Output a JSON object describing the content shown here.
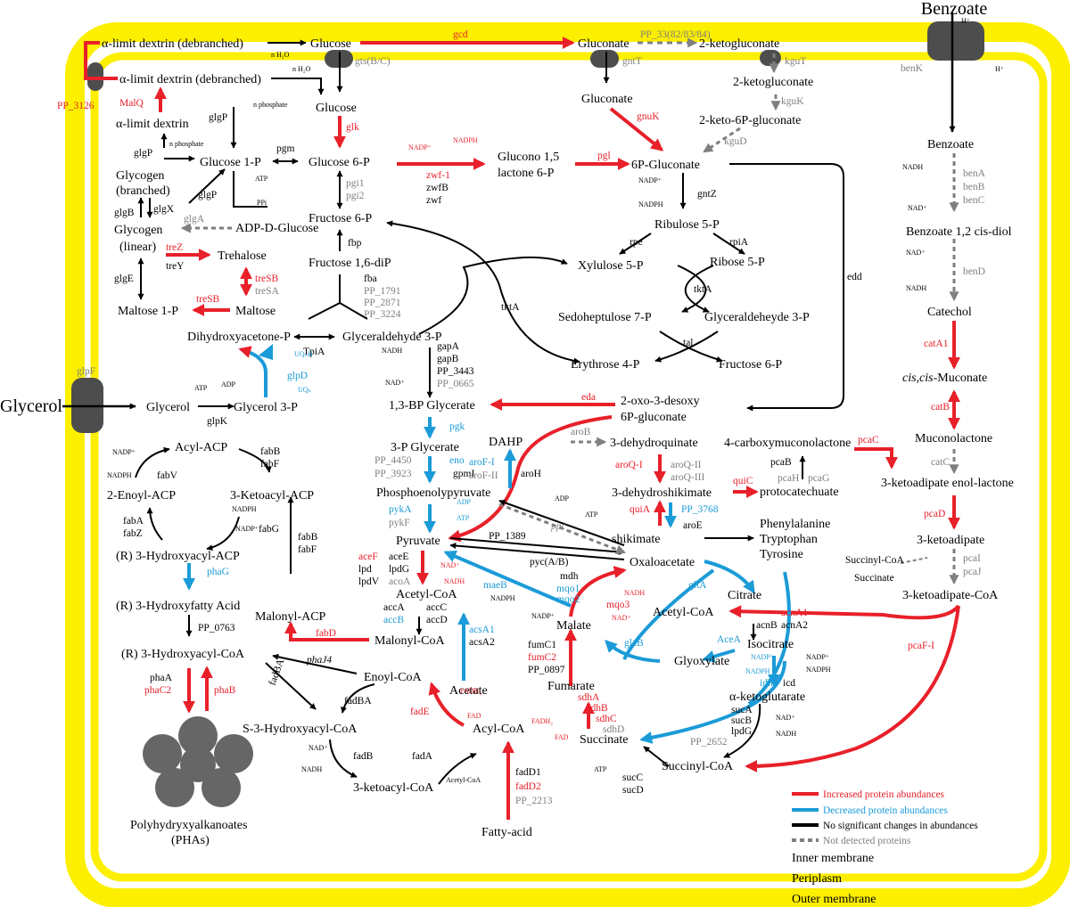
{
  "colors": {
    "increased": "#e8202a",
    "decreased": "#1b9bd7",
    "unchanged": "#000000",
    "not_detected": "#7f7f7f",
    "membrane": "#fcef00",
    "transporter": "#4d4d4d"
  },
  "external": {
    "benzoate": "Benzoate",
    "glycerol": "Glycerol",
    "h_plus_1": "H⁺",
    "h_plus_2": "H⁺"
  },
  "transporters": {
    "gts": "gts(B/C)",
    "gntT": "gntT",
    "kguT": "kguT",
    "glpF": "glpF",
    "benK": "benK",
    "pp3126": "PP_3126"
  },
  "metabolites": {
    "alpha_dextrin_top": "α-limit dextrin (debranched)",
    "alpha_dextrin_2": "α-limit dextrin (debranched)",
    "alpha_dextrin": "α-limit dextrin",
    "glucose_peri": "Glucose",
    "gluconate_peri": "Gluconate",
    "ketogluconate_peri": "2-ketogluconate",
    "glucose_in": "Glucose",
    "gluconate_in": "Gluconate",
    "ketogluconate_in": "2-ketogluconate",
    "keto6p_gluconate": "2-keto-6P-gluconate",
    "glycogen_branched_1": "Glycogen",
    "glycogen_branched_2": "(branched)",
    "glucose_1p": "Glucose 1-P",
    "glucose_6p": "Glucose 6-P",
    "gluconolactone_1": "Glucono 1,5",
    "gluconolactone_2": "lactone 6-P",
    "p6_gluconate": "6P-Gluconate",
    "glycogen_linear_1": "Glycogen",
    "glycogen_linear_2": "(linear)",
    "adp_glucose": "ADP-D-Glucose",
    "fructose_6p": "Fructose 6-P",
    "ribulose_5p": "Ribulose 5-P",
    "xylulose_5p": "Xylulose 5-P",
    "ribose_5p": "Ribose 5-P",
    "trehalose": "Trehalose",
    "fructose_16dip": "Fructose 1,6-diP",
    "maltose_1p": "Maltose 1-P",
    "maltose": "Maltose",
    "sedoheptulose_7p": "Sedoheptulose 7-P",
    "glyceraldehyde_3p_ppp": "Glyceraldeheyde 3-P",
    "dhap": "Dihydroxyacetone-P",
    "glyceraldehyde_3p": "Glyceraldehyde 3-P",
    "erythrose_4p": "Erythrose 4-P",
    "fructose_6p_ppp": "Fructose 6-P",
    "glycerol_in": "Glycerol",
    "glycerol_3p": "Glycerol 3-P",
    "bpg_13": "1,3-BP Glycerate",
    "kdpg_1": "2-oxo-3-desoxy",
    "kdpg_2": "6P-gluconate",
    "benzoate_in": "Benzoate",
    "benzoate_diol": "Benzoate 1,2 cis-diol",
    "catechol": "Catechol",
    "cis_cis_muconate_1": "cis,cis",
    "cis_cis_muconate_2": "-Muconate",
    "muconolactone": "Muconolactone",
    "ketoadipate_enol_lactone": "3-ketoadipate enol-lactone",
    "ketoadipate": "3-ketoadipate",
    "ketoadipate_coa": "3-ketoadipate-CoA",
    "succinyl_coa_beta": "Succinyl-CoA",
    "succinate_beta": "Succinate",
    "acyl_acp": "Acyl-ACP",
    "enoyl_acp": "2-Enoyl-ACP",
    "ketoacyl_acp": "3-Ketoacyl-ACP",
    "hydroxyacyl_acp": "(R) 3-Hydroxyacyl-ACP",
    "hydroxyfatty_acid": "(R) 3-Hydroxyfatty Acid",
    "malonyl_acp": "Malonyl-ACP",
    "hydroxyacyl_coa_r": "(R) 3-Hydroxyacyl-CoA",
    "pg_3": "3-P Glycerate",
    "dahp": "DAHP",
    "dehydroquinate": "3-dehydroquinate",
    "carboxymuconolactone": "4-carboxymuconolactone",
    "pep": "Phosphoenolypyruvate",
    "dehydroshikimate": "3-dehydroshikimate",
    "protocatechuate": "protocatechuate",
    "shikimate": "shikimate",
    "phe": "Phenylalanine",
    "trp": "Tryptophan",
    "tyr": "Tyrosine",
    "pyruvate": "Pyruvate",
    "oxaloacetate": "Oxaloacetate",
    "acetyl_coa": "Acetyl-CoA",
    "acetyl_coa_tca": "Acetyl-CoA",
    "citrate": "Citrate",
    "malate": "Malate",
    "malonyl_coa": "Malonyl-CoA",
    "acetate": "Acetate",
    "isocitrate": "Isocitrate",
    "glyoxylate": "Glyoxylate",
    "fumarate": "Fumarate",
    "alpha_ketoglutarate": "α-ketoglutarate",
    "enoyl_coa": "Enoyl-CoA",
    "s_hydroxyacyl_coa": "S-3-Hydroxyacyl-CoA",
    "acyl_coa": "Acyl-CoA",
    "succinate": "Succinate",
    "succinyl_coa": "Succinyl-CoA",
    "ketoacyl_coa": "3-ketoacyl-CoA",
    "fatty_acid": "Fatty-acid",
    "pha_1": "Polyhydryxyalkanoates",
    "pha_2": "(PHAs)"
  },
  "enzymes": {
    "gcd": "gcd",
    "pp_33": "PP_33(82/83/84)",
    "malq": "MalQ",
    "glk": "glk",
    "gnuk": "gnuK",
    "kguk": "kguK",
    "kgud": "kguD",
    "glgp_1": "glgP",
    "glgp_2": "glgP",
    "glgp_3": "glgP",
    "pgm": "pgm",
    "zwf1": "zwf-1",
    "zwfb": "zwfB",
    "zwf": "zwf",
    "pgl": "pgl",
    "gntz": "gntZ",
    "glgb": "glgB",
    "glgx": "glgX",
    "glga": "glgA",
    "pgi1": "pgi1",
    "pgi2": "pgi2",
    "rpe": "rpe",
    "rpia": "rpiA",
    "trez": "treZ",
    "trey": "treY",
    "fbp": "fbp",
    "edd": "edd",
    "treSB_1": "treSB",
    "treSA": "treSA",
    "glge": "glgE",
    "tktA_1": "tktA",
    "tktA_2": "tktA",
    "fba": "fba",
    "pp_1791": "PP_1791",
    "pp_2871": "PP_2871",
    "pp_3224": "PP_3224",
    "treSB_2": "treSB",
    "tal": "tal",
    "tpiA": "TpiA",
    "gapA": "gapA",
    "gapB": "gapB",
    "pp_3443": "PP_3443",
    "pp_0665": "PP_0665",
    "glpD": "glpD",
    "glpK": "glpK",
    "eda": "eda",
    "benA": "benA",
    "benB": "benB",
    "benC": "benC",
    "benD": "benD",
    "catA1": "catA1",
    "catB": "catB",
    "catC": "catC",
    "pcaC": "pcaC",
    "pcaD": "pcaD",
    "pcaB": "pcaB",
    "pcaH": "pcaH",
    "pcaG": "pcaG",
    "pcaI": "pcaI",
    "pcaJ": "pcaJ",
    "pcaF": "pcaF-I",
    "pgk": "pgk",
    "aroB": "aroB",
    "pp_4450": "PP_4450",
    "eno": "eno",
    "pp_3923": "PP_3923",
    "gpmI": "gpmI",
    "aroF1": "aroF-I",
    "aroF2": "aroF-II",
    "aroH": "aroH",
    "aroQ1": "aroQ-I",
    "aroQ2": "aroQ-II",
    "aroQ3": "aroQ-III",
    "quiC": "quiC",
    "quiA": "quiA",
    "pp_3768": "PP_3768",
    "aroE": "aroE",
    "pykA": "pykA",
    "pykF": "pykF",
    "pp_1389": "PP_1389",
    "ppc": "ppc",
    "pyc": "pyc(A/B)",
    "fabB_1": "fabB",
    "fabF_1": "fabF",
    "fabV": "fabV",
    "fabA": "fabA",
    "fabZ": "fabZ",
    "fabG": "fabG",
    "phaG": "phaG",
    "fabB_2": "fabB",
    "fabF_2": "fabF",
    "pp_0763": "PP_0763",
    "fabD": "fabD",
    "phaJ4": "phaJ4",
    "fadBA_1": "fadBA",
    "fadBA_2": "fadBA",
    "phaA": "phaA",
    "phaC2": "phaC2",
    "phaB": "phaB",
    "fadB": "fadB",
    "fadE": "fadE",
    "fadA": "fadA",
    "fadD1": "fadD1",
    "fadD2": "fadD2",
    "pp_2213": "PP_2213",
    "aceF": "aceF",
    "aceE": "aceE",
    "lpd": "lpd",
    "lpdG_1": "lpdG",
    "lpdV": "lpdV",
    "acoA": "acoA",
    "accA": "accA",
    "accB": "accB",
    "accC": "accC",
    "accD": "accD",
    "acsA1": "acsA1",
    "acsA2": "acsA2",
    "maeB": "maeB",
    "mdh": "mdh",
    "mqo1": "mqo1",
    "mqo2": "mqo2",
    "mqo3": "mqo3",
    "gltA": "gltA",
    "acnA1": "acnA1",
    "acnA2": "acnA2",
    "acnB": "acnB",
    "aceA": "AceA",
    "idh": "idh",
    "icd": "icd",
    "glcB": "glcB",
    "fumC1": "fumC1",
    "fumC2": "fumC2",
    "pp_0897": "PP_0897",
    "sdhA": "sdhA",
    "sdhB": "sdhB",
    "sdhC": "sdhC",
    "sdhD": "sdhD",
    "sucA": "sucA",
    "sucB": "sucB",
    "lpdG_2": "lpdG",
    "pp_2652": "PP_2652",
    "sucC": "sucC",
    "sucD": "sucD"
  },
  "cofactors": {
    "h2o_1": "n H₂O",
    "h2o_2": "n H₂O",
    "nphos_1": "n phosphate",
    "nphos_2": "n phosphate",
    "atp_1": "ATP",
    "ppi": "PPi",
    "nadp_zwf": "NADP⁺",
    "nadph_zwf": "NADPH",
    "nadp_gntz": "NADP⁺",
    "nadph_gntz": "NADPH",
    "nadh_ben": "NADH",
    "nad_ben": "NAD⁺",
    "nad_benD": "NAD⁺",
    "nadh_benD": "NADH",
    "nadh_gap": "NADH",
    "nad_gap": "NAD⁺",
    "uqh": "UQₙH",
    "uq": "UQₙ",
    "atp_glpk": "ATP",
    "adp_glpk": "ADP",
    "nadp_fabV": "NADP⁺",
    "nadph_fabV": "NADPH",
    "nadph_fabG": "NADPH",
    "nadp_fabG": "NADP⁺",
    "adp_pyk": "ADP",
    "atp_pyk": "ATP",
    "adp_pyc": "ADP",
    "atp_pyc": "ATP",
    "nad_pdh": "NAD⁺",
    "nadh_pdh": "NADH",
    "nadph_mae": "NADPH",
    "nadp_mae": "NADP⁺",
    "nadh_mdh": "NADH",
    "nad_mdh": "NAD⁺",
    "nadp_idh_1": "NADP⁺",
    "nadph_idh_1": "NADPH",
    "nadp_idh_2": "NADP⁺",
    "nadph_idh_2": "NADPH",
    "nad_suc": "NAD⁺",
    "nadh_suc": "NADH",
    "fadh2_fadE": "FADH₂",
    "fad_fadE": "FAD",
    "fadh2_sdh": "FADH₂",
    "fad_sdh": "FAD",
    "nad_fadB": "NAD⁺",
    "nadh_fadB": "NADH",
    "acetyl_coa_small": "Acetyl-CoA",
    "atp_suc": "ATP"
  },
  "legend": {
    "increased": "Increased protein abundances",
    "decreased": "Decreased protein abundances",
    "unchanged": "No significant changes in abundances",
    "not_detected": "Not detected proteins",
    "inner_membrane": "Inner membrane",
    "periplasm": "Periplasm",
    "outer_membrane": "Outer membrane"
  }
}
